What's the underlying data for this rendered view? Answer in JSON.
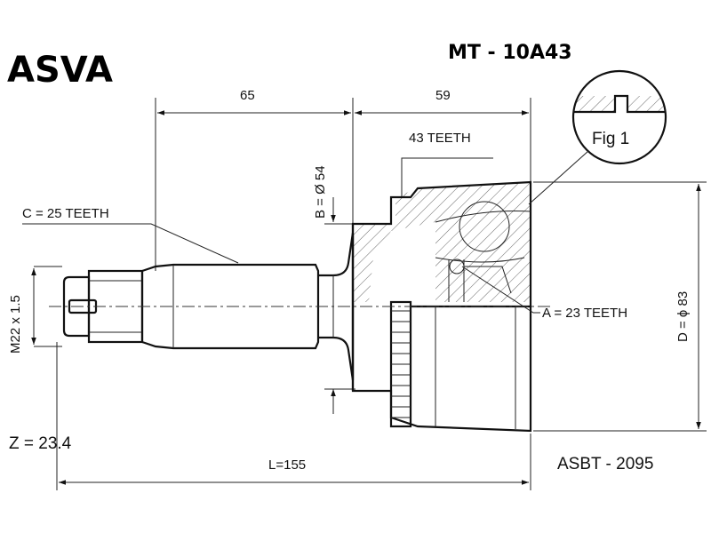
{
  "header": {
    "brand": "ASVA",
    "part_number": "MT - 10A43"
  },
  "dimensions": {
    "width_left": "65",
    "width_right": "59",
    "outer_teeth": "43 TEETH",
    "diameter_b": "B = Ø 54",
    "spline_c": "C = 25 TEETH",
    "thread": "M22 x 1.5",
    "spline_a": "A = 23 TEETH",
    "diameter_d": "D = ϕ 83",
    "length": "L=155"
  },
  "figure": {
    "label": "Fig 1"
  },
  "footer": {
    "z_value": "Z = 23.4",
    "cross_ref": "ASBT - 2095"
  },
  "colors": {
    "ink": "#111111",
    "hatch": "#555555",
    "background": "#ffffff"
  }
}
